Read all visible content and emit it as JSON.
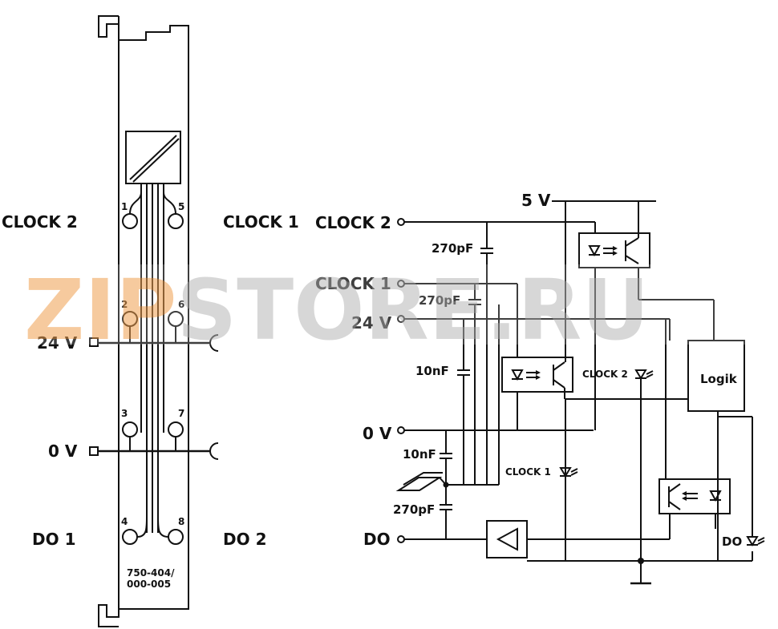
{
  "watermark": {
    "text": "ZIPSTORE.RU",
    "color_zip": "#f0a050",
    "color_rest": "#b8b8b8"
  },
  "module": {
    "pins": [
      "1",
      "2",
      "3",
      "4",
      "5",
      "6",
      "7",
      "8"
    ],
    "part_number_line1": "750-404/",
    "part_number_line2": "000-005"
  },
  "left_labels": {
    "clock2": "CLOCK 2",
    "clock1": "CLOCK 1",
    "v24": "24 V",
    "v0": "0 V",
    "do1": "DO 1",
    "do2": "DO 2"
  },
  "schematic": {
    "v5": "5 V",
    "clock2": "CLOCK 2",
    "clock1": "CLOCK 1",
    "v24": "24 V",
    "v0": "0 V",
    "do": "DO",
    "cap_270pf_a": "270pF",
    "cap_270pf_b": "270pF",
    "cap_10nf_a": "10nF",
    "cap_10nf_b": "10nF",
    "cap_270pf_c": "270pF",
    "logic": "Logik",
    "led_clock2": "CLOCK 2",
    "led_clock1": "CLOCK 1",
    "led_do": "DO"
  }
}
